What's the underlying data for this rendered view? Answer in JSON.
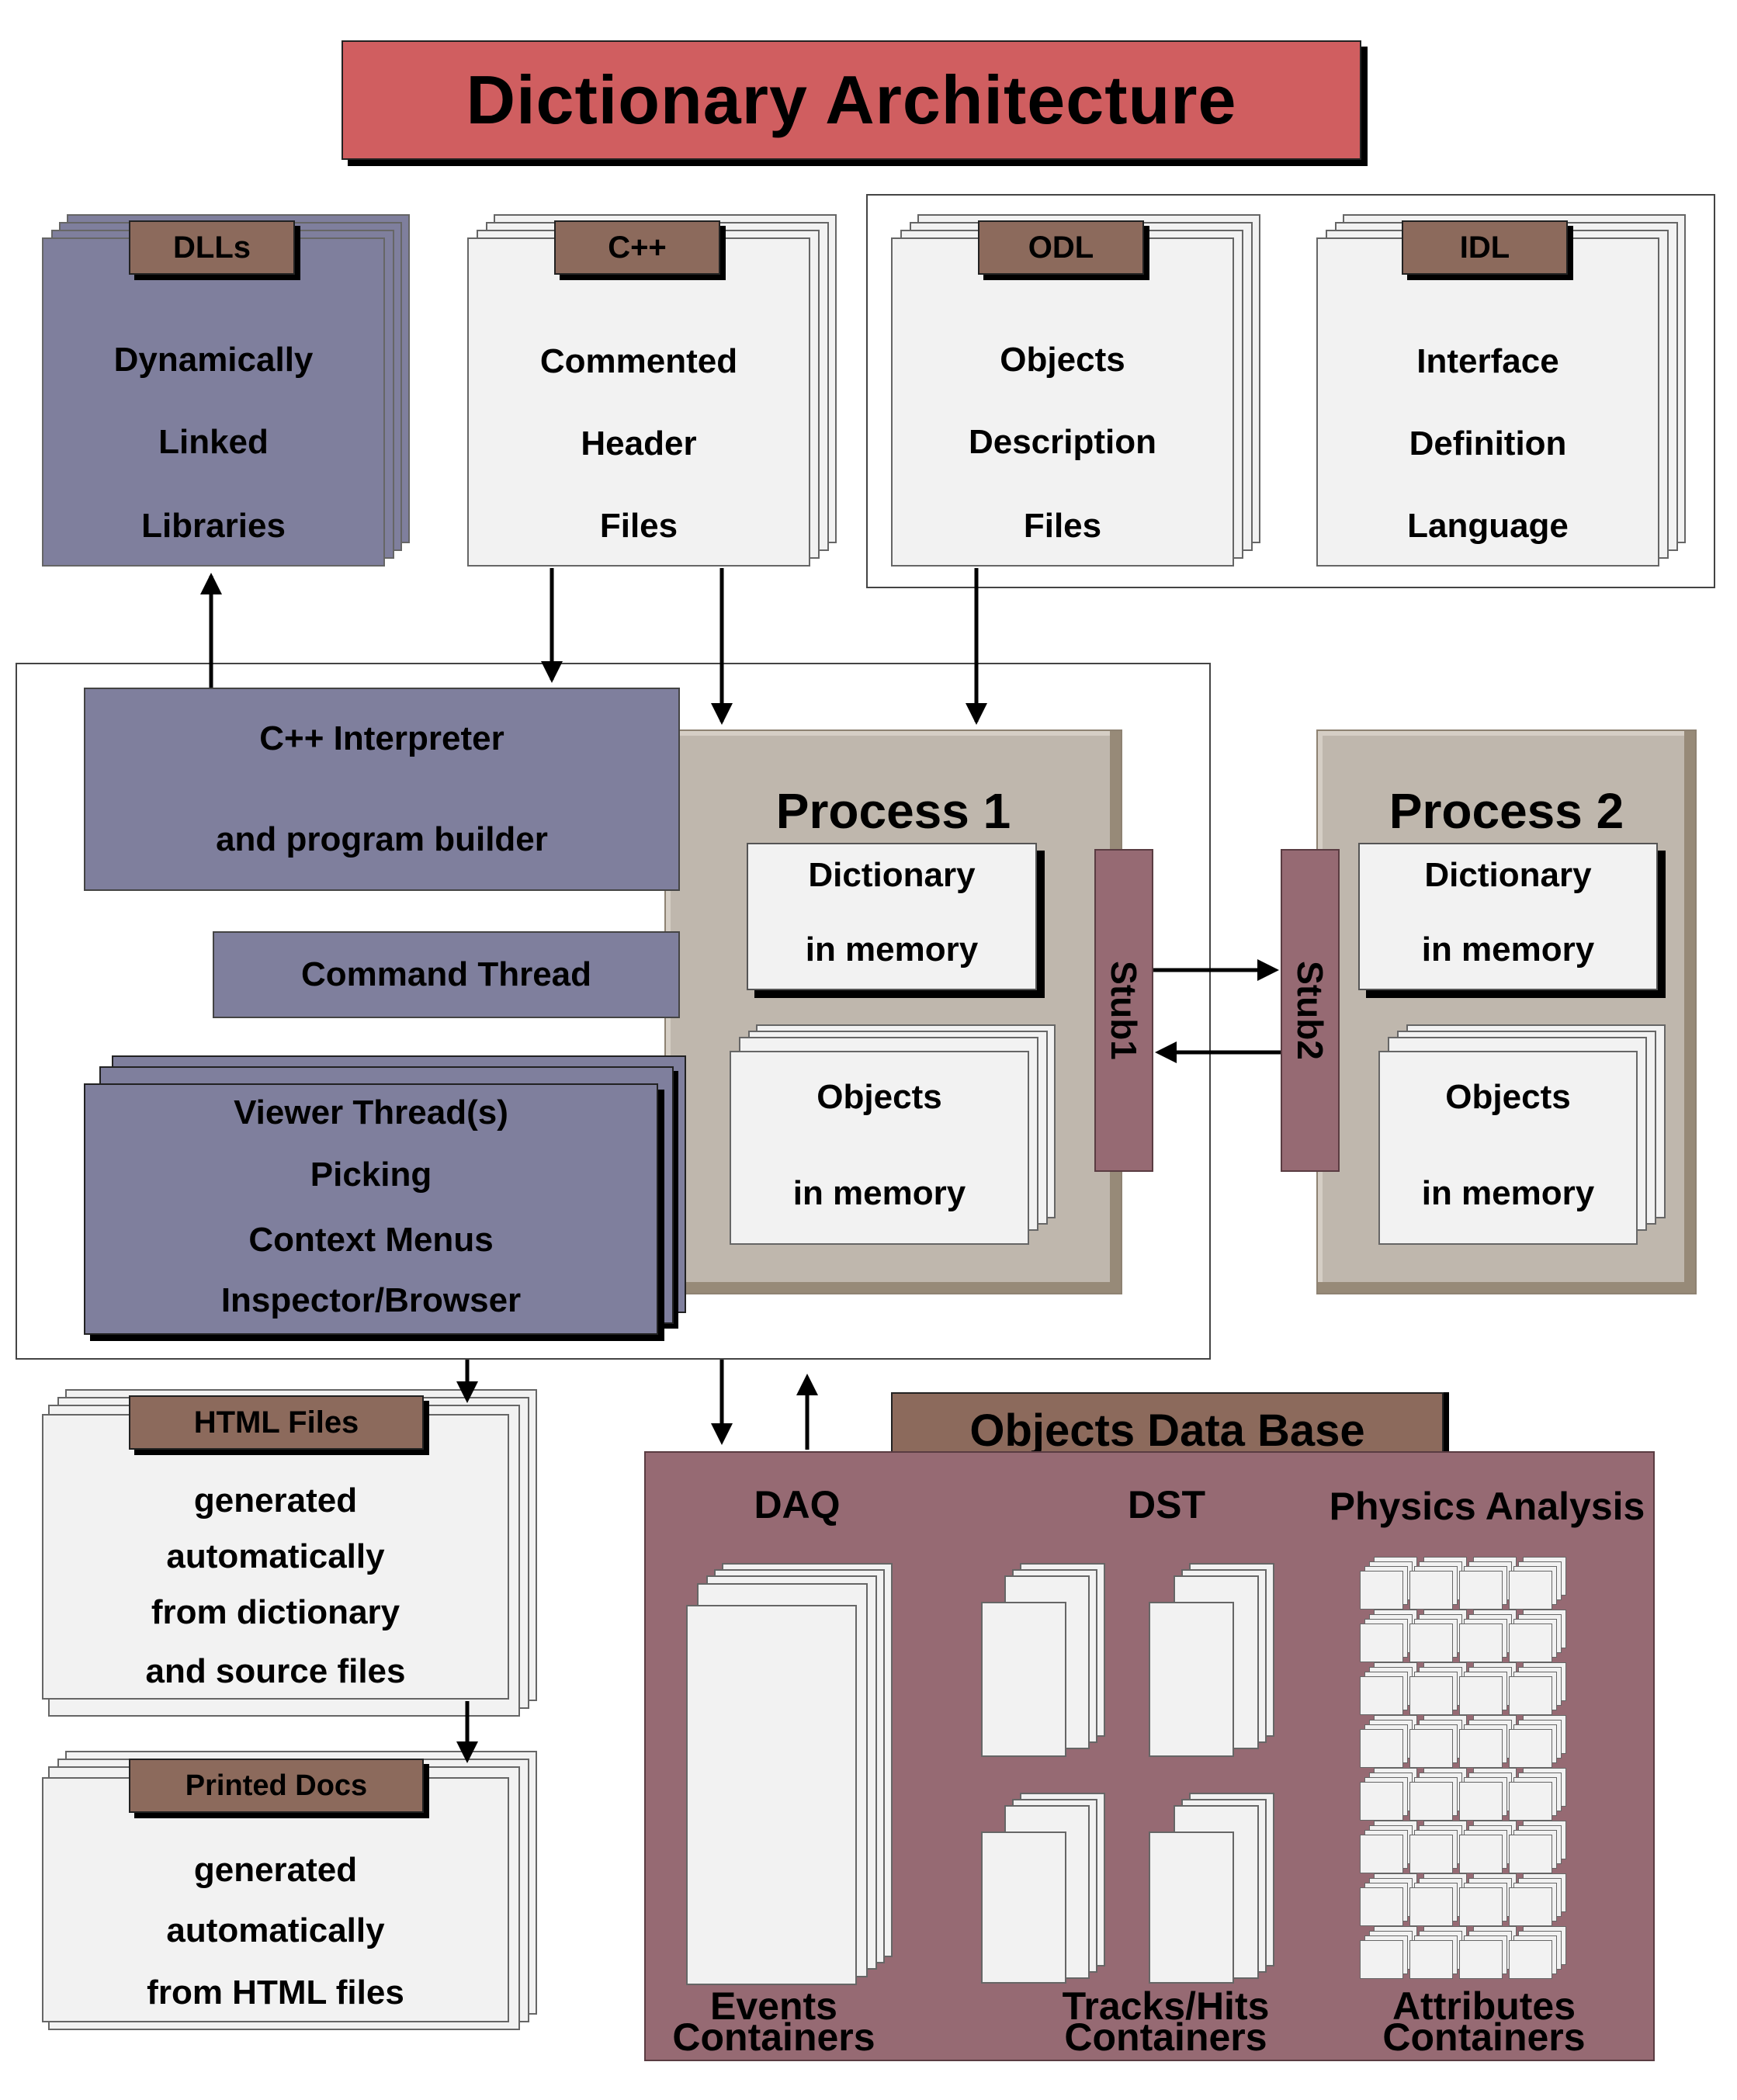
{
  "title": "Dictionary Architecture",
  "sources": {
    "dlls": {
      "tab": "DLLs",
      "lines": [
        "Dynamically",
        "Linked",
        "Libraries"
      ]
    },
    "cpp": {
      "tab": "C++",
      "lines": [
        "Commented",
        "Header",
        "Files"
      ]
    },
    "odl": {
      "tab": "ODL",
      "lines": [
        "Objects",
        "Description",
        "Files"
      ]
    },
    "idl": {
      "tab": "IDL",
      "lines": [
        "Interface",
        "Definition",
        "Language"
      ]
    }
  },
  "interpreter": {
    "line1": "C++ Interpreter",
    "line2": "and program builder"
  },
  "command_thread": "Command Thread",
  "viewer": {
    "lines": [
      "Viewer Thread(s)",
      "Picking",
      "Context Menus",
      "Inspector/Browser"
    ]
  },
  "process1": {
    "title": "Process 1",
    "dictionary": {
      "line1": "Dictionary",
      "line2": "in memory"
    },
    "objects": {
      "line1": "Objects",
      "line2": "in memory"
    },
    "stub": "Stub1"
  },
  "process2": {
    "title": "Process 2",
    "dictionary": {
      "line1": "Dictionary",
      "line2": "in memory"
    },
    "objects": {
      "line1": "Objects",
      "line2": "in memory"
    },
    "stub": "Stub2"
  },
  "html_files": {
    "tab": "HTML Files",
    "lines": [
      "generated",
      "automatically",
      "from dictionary",
      "and source files"
    ]
  },
  "printed_docs": {
    "tab": "Printed Docs",
    "lines": [
      "generated",
      "automatically",
      "from HTML files"
    ]
  },
  "objects_db": {
    "title": "Objects Data Base",
    "daq": {
      "label": "DAQ",
      "caption1": "Events",
      "caption2": "Containers"
    },
    "dst": {
      "label": "DST",
      "caption1": "Tracks/Hits",
      "caption2": "Containers"
    },
    "physics": {
      "label": "Physics Analysis",
      "caption1": "Attributes",
      "caption2": "Containers"
    }
  },
  "colors": {
    "title_red": "#d05e60",
    "slate_purple": "#7f7f9d",
    "tab_brown": "#8c6a5c",
    "process_tan": "#bfb7ad",
    "mauve": "#966a73",
    "sheet_light": "#f2f2f2"
  }
}
